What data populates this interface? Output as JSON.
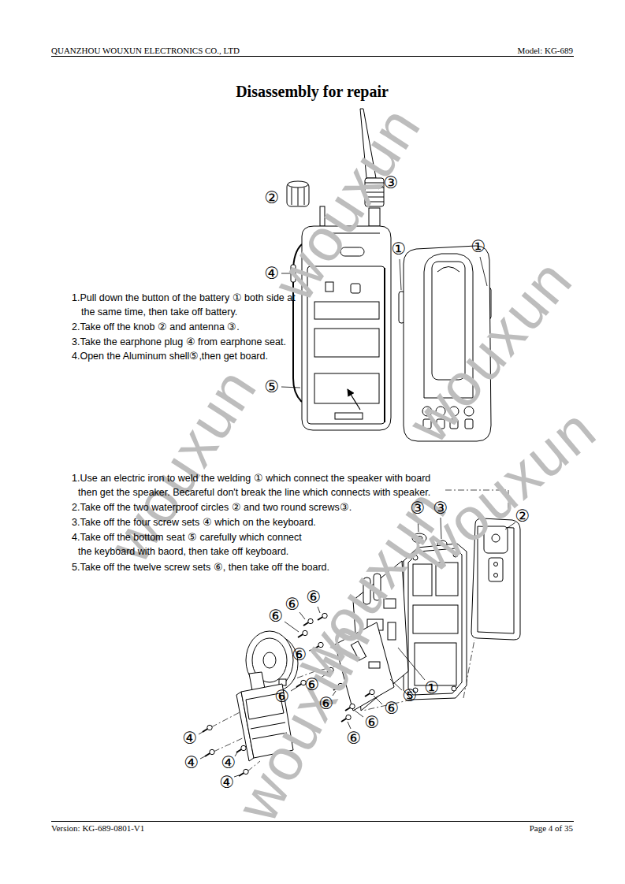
{
  "diagram": {
    "title": "Disassembly for repair",
    "labels": [
      "QUANZHOU WOUXUN ELECTRONICS CO., LTD",
      "Model: KG-689",
      "1.Pull down the button of the battery ① both side at the same time, then take off battery.",
      "2.Take off the knob ② and antenna ③.",
      "3.Take the earphone plug ④ from earphone seat.",
      "4.Open the Aluminum shell⑤,then get board.",
      "1.Use an electric iron to weld the welding ① which connect the speaker with board then get the speaker. Becareful don't break the line which connects with speaker.",
      "2.Take off the two waterproof circles ② and two round screws③.",
      "3.Take off the four screw sets ④ which on the keyboard.",
      "4.Take off the bottom seat ⑤ carefully which connect the keyboard with baord, then take off keyboard.",
      "5.Take off the twelve screw sets ⑥, then take off the board.",
      "②",
      "③",
      "④",
      "①",
      "①",
      "⑤",
      "③",
      "③",
      "②",
      "⑥",
      "⑥",
      "⑥",
      "⑥",
      "⑥",
      "⑥",
      "⑥",
      "⑥",
      "⑥",
      "⑥",
      "①",
      "⑤",
      "④",
      "④",
      "④",
      "④",
      "Version: KG-689-0801-V1",
      "Page 4 of 35",
      "wouxun",
      "wouxun",
      "wouxun",
      "wouxun",
      "wouxun",
      "wouxun"
    ]
  }
}
